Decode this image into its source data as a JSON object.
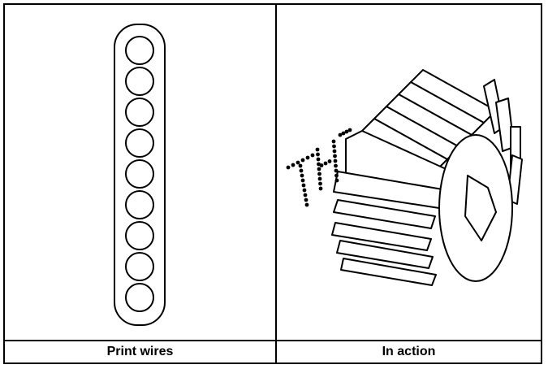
{
  "panels": [
    {
      "caption": "Print wires",
      "illustration": "print-wire-column"
    },
    {
      "caption": "In action",
      "illustration": "print-head-forming-letters",
      "printed_letters": "TH"
    }
  ]
}
